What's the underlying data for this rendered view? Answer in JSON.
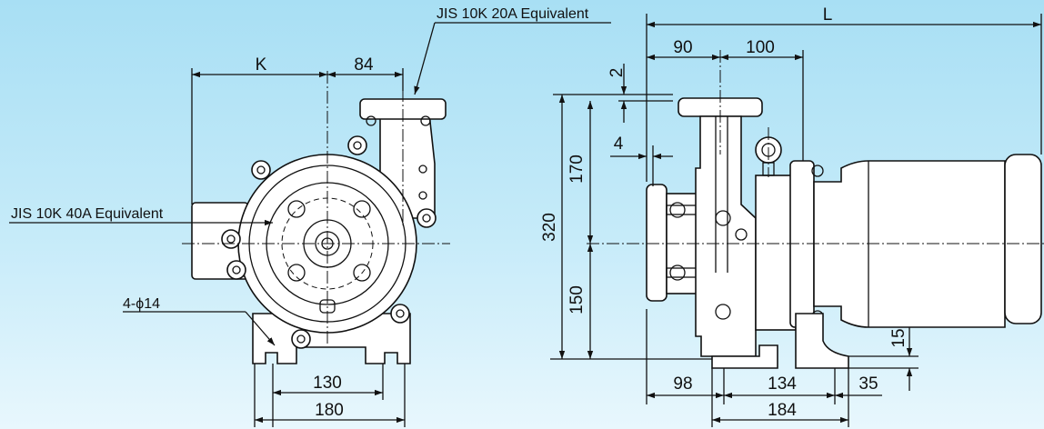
{
  "labels": {
    "outlet_flange": "JIS 10K 20A Equivalent",
    "inlet_flange": "JIS 10K 40A Equivalent",
    "foot_holes": "4-ϕ14"
  },
  "front_view": {
    "dim_k": "K",
    "dim_84": "84",
    "dim_130": "130",
    "dim_180": "180"
  },
  "side_view": {
    "dim_l": "L",
    "dim_90": "90",
    "dim_100": "100",
    "dim_2": "2",
    "dim_4": "4",
    "dim_320": "320",
    "dim_170": "170",
    "dim_150": "150",
    "dim_98": "98",
    "dim_134": "134",
    "dim_184": "184",
    "dim_35": "35",
    "dim_15": "15"
  }
}
